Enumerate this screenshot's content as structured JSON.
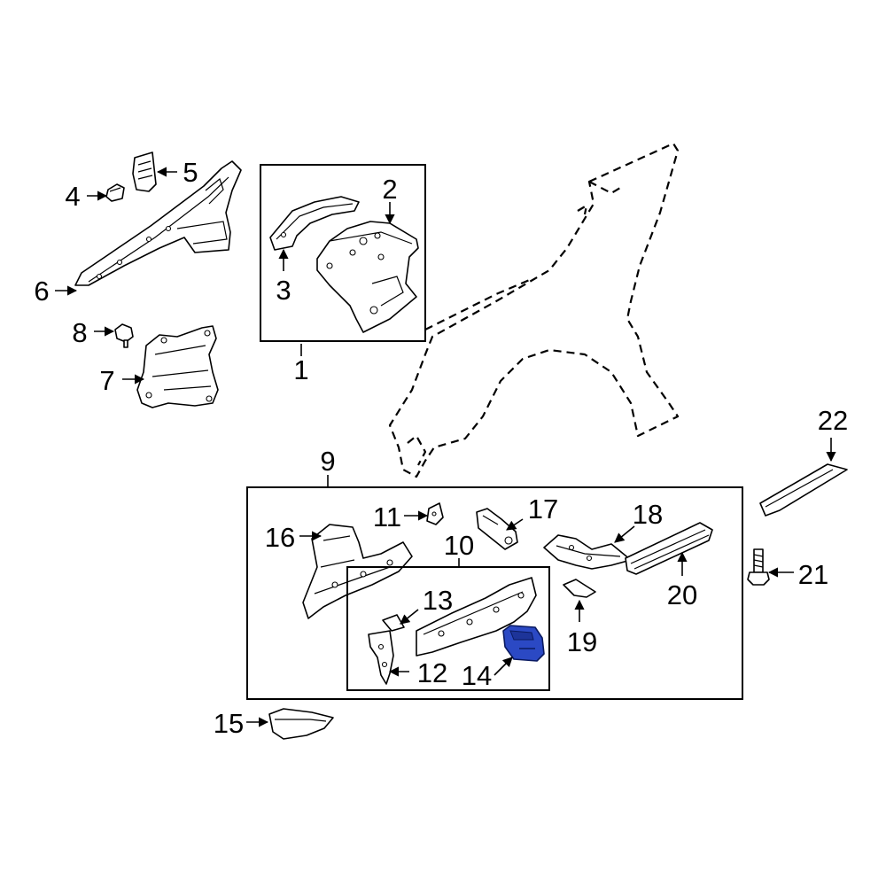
{
  "diagram": {
    "highlight_color": "#2b49c4",
    "callouts": {
      "c1": "1",
      "c2": "2",
      "c3": "3",
      "c4": "4",
      "c5": "5",
      "c6": "6",
      "c7": "7",
      "c8": "8",
      "c9": "9",
      "c10": "10",
      "c11": "11",
      "c12": "12",
      "c13": "13",
      "c14": "14",
      "c15": "15",
      "c16": "16",
      "c17": "17",
      "c18": "18",
      "c19": "19",
      "c20": "20",
      "c21": "21",
      "c22": "22"
    },
    "highlighted_part": "14"
  }
}
